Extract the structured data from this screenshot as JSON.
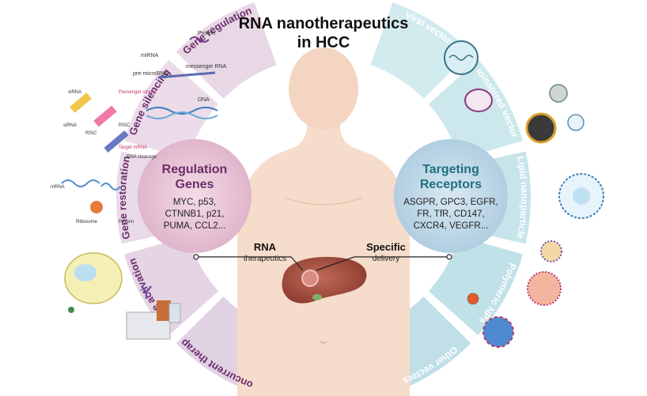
{
  "title": {
    "line1": "RNA nanotherapeutics",
    "line2": "in HCC"
  },
  "left_segments": [
    {
      "label": "Gene regulation",
      "color": "#b37ba9"
    },
    {
      "label": "Gene silencing",
      "color": "#c08ab6"
    },
    {
      "label": "Gene restoration",
      "color": "#b786b4"
    },
    {
      "label": "Gene activation",
      "color": "#a56fa4"
    },
    {
      "label": "Concurrent therapy",
      "color": "#9b6aa2"
    }
  ],
  "right_segments": [
    {
      "label": "Viral vectors",
      "color": "#7fc6cf"
    },
    {
      "label": "Bioinspired vectors",
      "color": "#6cbcc9"
    },
    {
      "label": "Lipid nanoparticle",
      "color": "#5fb3c4"
    },
    {
      "label": "Polymeric NPs",
      "color": "#4eaabd"
    },
    {
      "label": "Other vectors",
      "color": "#4aa3bb"
    }
  ],
  "regulation": {
    "heading_line1": "Regulation",
    "heading_line2": "Genes",
    "genes_line1": "MYC, p53,",
    "genes_line2": "CTNNB1, p21,",
    "genes_line3": "PUMA, CCL2..."
  },
  "targeting": {
    "heading_line1": "Targeting",
    "heading_line2": "Receptors",
    "receptors_line1": "ASGPR, GPC3, EGFR,",
    "receptors_line2": "FR, TfR, CD147,",
    "receptors_line3": "CXCR4, VEGFR..."
  },
  "callout_left": {
    "title": "RNA",
    "subtitle": "therapeutics"
  },
  "callout_right": {
    "title": "Specific",
    "subtitle": "delivery"
  },
  "inset_labels": {
    "gene_regulation": [
      "Protein",
      "miRNA",
      "pre-microRNA",
      "messenger RNA",
      "DNA"
    ],
    "gene_silencing": [
      "siRNA",
      "siRNA",
      "Passenger strand",
      "RISC",
      "RISC",
      "Target mRNA",
      "RNA cleavage"
    ],
    "gene_restoration": [
      "mRNA",
      "Ribosome",
      "Protein"
    ]
  },
  "colors": {
    "purple_dark": "#6b2d6b",
    "teal_dark": "#1f6f80",
    "body_skin": "#f5d8c4",
    "liver": "#a24c3c",
    "left_circle": "#e9c9d8",
    "right_circle": "#bcd6e6"
  }
}
